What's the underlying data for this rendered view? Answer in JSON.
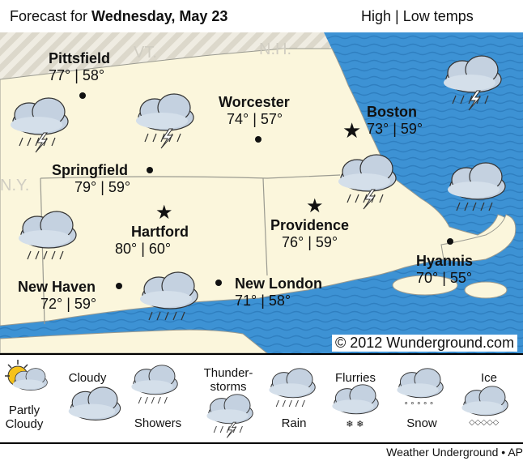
{
  "header": {
    "forecast_prefix": "Forecast for ",
    "forecast_date": "Wednesday, May 23",
    "temps_legend": "High | Low temps"
  },
  "states": {
    "vt": "VT.",
    "nh": "N.H.",
    "ny": "N.Y."
  },
  "cities": [
    {
      "name": "Pittsfield",
      "temps": "77° | 58°"
    },
    {
      "name": "Worcester",
      "temps": "74° | 57°"
    },
    {
      "name": "Boston",
      "temps": "73° | 59°"
    },
    {
      "name": "Springfield",
      "temps": "79° | 59°"
    },
    {
      "name": "Hartford",
      "temps": "80° | 60°"
    },
    {
      "name": "Providence",
      "temps": "76° | 59°"
    },
    {
      "name": "Hyannis",
      "temps": "70° | 55°"
    },
    {
      "name": "New Haven",
      "temps": "72° | 59°"
    },
    {
      "name": "New London",
      "temps": "71° | 58°"
    }
  ],
  "copyright": "© 2012 Wunderground.com",
  "legend": {
    "partly_cloudy": "Partly\nCloudy",
    "cloudy": "Cloudy",
    "showers": "Showers",
    "thunderstorms": "Thunder-\nstorms",
    "rain": "Rain",
    "flurries": "Flurries",
    "snow": "Snow",
    "ice": "Ice"
  },
  "source": "Weather Underground • AP",
  "colors": {
    "land": "#fbf6df",
    "water": "#3a8fd2",
    "hatch": "#ddd9cc",
    "cloud": "#b9c7d8"
  }
}
